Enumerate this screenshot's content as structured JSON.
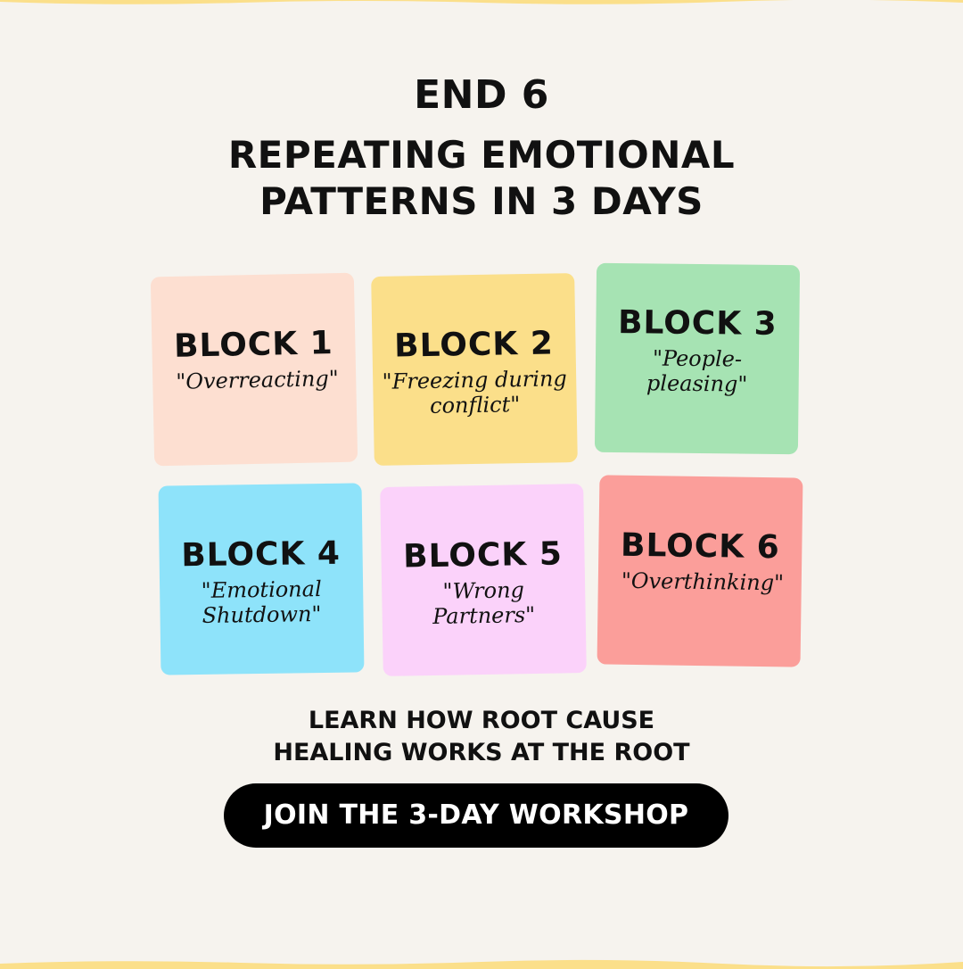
{
  "colors": {
    "background": "#f6f3ee",
    "accent_wave": "#fbdf8a",
    "button_bg": "#000000",
    "button_text": "#ffffff"
  },
  "header": {
    "line1": "END 6",
    "line2a": "REPEATING EMOTIONAL",
    "line2b": "PATTERNS IN 3 DAYS"
  },
  "blocks": [
    {
      "title": "BLOCK 1",
      "quote": "\"Overreacting\"",
      "color": "#fddfd1"
    },
    {
      "title": "BLOCK 2",
      "quote": "\"Freezing during conflict\"",
      "color": "#fbdf8a"
    },
    {
      "title": "BLOCK 3",
      "quote": "\"People-pleasing\"",
      "color": "#a6e3b3"
    },
    {
      "title": "BLOCK 4",
      "quote": "\"Emotional Shutdown\"",
      "color": "#8ee3fa"
    },
    {
      "title": "BLOCK 5",
      "quote": "\"Wrong Partners\"",
      "color": "#fbd2fa"
    },
    {
      "title": "BLOCK 6",
      "quote": "\"Overthinking\"",
      "color": "#fb9e9a"
    }
  ],
  "cta": {
    "line1": "LEARN HOW ROOT CAUSE",
    "line2": "HEALING WORKS AT THE ROOT",
    "button_label": "JOIN THE 3-DAY WORKSHOP"
  }
}
